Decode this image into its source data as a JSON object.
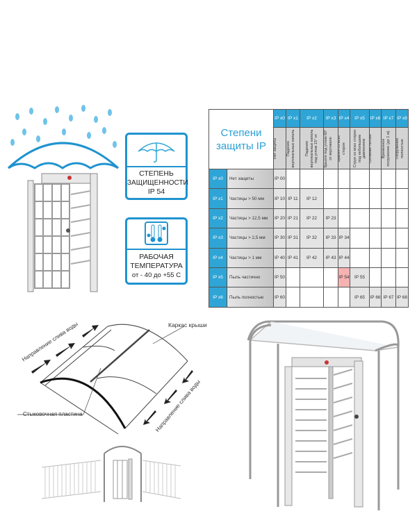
{
  "badges": {
    "ip": {
      "line1": "СТЕПЕНЬ",
      "line2": "ЗАЩИЩЕННОСТИ",
      "line3": "IP 54"
    },
    "temp": {
      "line1": "РАБОЧАЯ",
      "line2": "ТЕМПЕРАТУРА",
      "line3": "от - 40 до +55  С"
    }
  },
  "table": {
    "title": "Степени защиты IP",
    "columns": [
      {
        "code": "IP x0",
        "desc": "Нет защиты"
      },
      {
        "code": "IP x1",
        "desc": "Падение вертикальных капель"
      },
      {
        "code": "IP x2",
        "desc": "Падение вертикальных капель под углом 15° от вертикали"
      },
      {
        "code": "IP x3",
        "desc": "Брызги под углом 60° от вертикали"
      },
      {
        "code": "IP x4",
        "desc": "Брызги со всех сторон"
      },
      {
        "code": "IP x5",
        "desc": "Струи со всех сторон под небольшим давлением"
      },
      {
        "code": "IP x6",
        "desc": "Сильные потоки"
      },
      {
        "code": "IP x7",
        "desc": "Временное погружение (до 1 м)"
      },
      {
        "code": "IP x8",
        "desc": "Погружение полностью"
      }
    ],
    "rows": [
      {
        "code": "IP x0",
        "desc": "Нет защиты",
        "cells": [
          "IP 00",
          "",
          "",
          "",
          "",
          "",
          "",
          "",
          ""
        ]
      },
      {
        "code": "IP x1",
        "desc": "Частицы > 50 мм",
        "cells": [
          "IP 10",
          "IP 11",
          "IP 12",
          "",
          "",
          "",
          "",
          "",
          ""
        ]
      },
      {
        "code": "IP x2",
        "desc": "Частицы > 12,5 мм",
        "cells": [
          "IP 20",
          "IP 21",
          "IP 22",
          "IP 23",
          "",
          "",
          "",
          "",
          ""
        ]
      },
      {
        "code": "IP x3",
        "desc": "Частицы > 2,5 мм",
        "cells": [
          "IP 30",
          "IP 31",
          "IP 32",
          "IP 33",
          "IP 34",
          "",
          "",
          "",
          ""
        ]
      },
      {
        "code": "IP x4",
        "desc": "Частицы > 1 мм",
        "cells": [
          "IP 40",
          "IP 41",
          "IP 42",
          "IP 43",
          "IP 44",
          "",
          "",
          "",
          ""
        ]
      },
      {
        "code": "IP x5",
        "desc": "Пыль частично",
        "cells": [
          "IP 50",
          "",
          "",
          "",
          "IP 54",
          "IP 55",
          "",
          "",
          ""
        ]
      },
      {
        "code": "IP x6",
        "desc": "Пыль полностью",
        "cells": [
          "IP 60",
          "",
          "",
          "",
          "",
          "IP 65",
          "IP 66",
          "IP 67",
          "IP 68"
        ]
      }
    ],
    "highlight": "IP 54"
  },
  "roof_diagram": {
    "frame_label": "Каркас крыши",
    "water_label_1": "Направление слива воды",
    "water_label_2": "Направление слива воды",
    "plate_label": "Стыковочная пластина"
  },
  "colors": {
    "accent": "#2ea5d6",
    "highlight": "#f6b1b1"
  }
}
